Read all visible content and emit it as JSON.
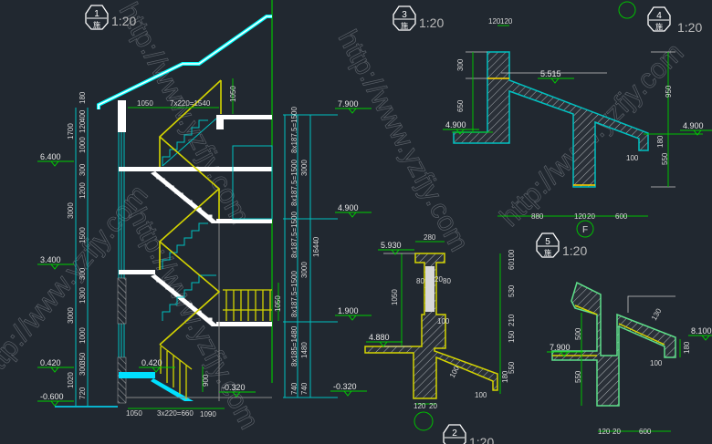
{
  "watermark": "http://www.yzfjy.com",
  "colors": {
    "background": "#212830",
    "dim": "#00c0c0",
    "tick": "#00dd00",
    "rail": "#d4d400",
    "slab": "#ffffff",
    "roof": "#00ffff"
  },
  "sections": [
    {
      "number": "1",
      "sheet": "施",
      "scale": "1:20"
    },
    {
      "number": "3",
      "sheet": "施",
      "scale": "1:20"
    },
    {
      "number": "4",
      "sheet": "施",
      "scale": "1:20"
    },
    {
      "number": "5",
      "sheet": "施",
      "scale": "1:20"
    },
    {
      "number": "2",
      "sheet": "施",
      "scale": "1:20"
    }
  ],
  "axis_marker": "F",
  "s1": {
    "elev": [
      "7.900",
      "4.900",
      "1.900",
      "-0.320",
      "6.400",
      "3.400",
      "0.420",
      "-0.600",
      "0.420",
      "-0.320"
    ],
    "left_dims": [
      "180",
      "400",
      "120",
      "1700",
      "1000",
      "300",
      "1200",
      "3000",
      "1500",
      "300",
      "1300",
      "3000",
      "1000",
      "350",
      "300",
      "1020",
      "720"
    ],
    "horiz_dims": [
      "1050",
      "7x220=1540",
      "1050",
      "1050",
      "3x220=660",
      "1090",
      "900",
      "1050"
    ],
    "right_dims": [
      "8x187.5=1500",
      "3000",
      "8x187.5=1500",
      "8x187.5=1500",
      "3000",
      "8x187.5=1500",
      "8x185=1480",
      "1480",
      "16440",
      "740",
      "740"
    ]
  },
  "s3": {
    "labels": [
      "120",
      "120",
      "300",
      "650",
      "4.900",
      "5.515",
      "950",
      "4.900",
      "180",
      "550",
      "100",
      "880",
      "120",
      "20",
      "600"
    ]
  },
  "s2": {
    "labels": [
      "280",
      "5.930",
      "1050",
      "80",
      "20",
      "80",
      "100",
      "4.880",
      "100",
      "100",
      "180",
      "120",
      "20",
      "100",
      "60",
      "530",
      "210",
      "150",
      "550"
    ]
  },
  "s5": {
    "labels": [
      "500",
      "550",
      "7.900",
      "8.100",
      "130",
      "180",
      "100",
      "120",
      "20",
      "600"
    ]
  }
}
